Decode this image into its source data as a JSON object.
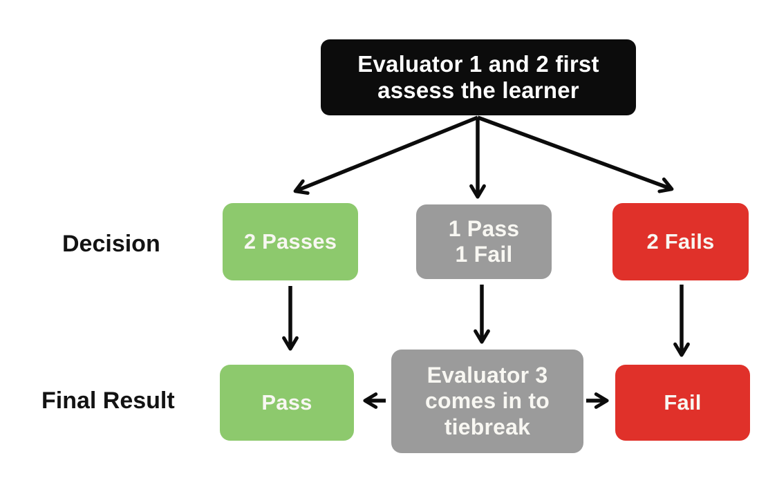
{
  "title": "Evaluator tiebreak assessment flowchart",
  "colors": {
    "background": "#ffffff",
    "black_node": "#0c0c0c",
    "green_node": "#8dc96d",
    "gray_node": "#9b9b9b",
    "red_node": "#e0312a",
    "node_text": "#f8f7f2",
    "label_text": "#131313",
    "arrow": "#0c0c0c"
  },
  "row_labels": {
    "decision": "Decision",
    "final_result": "Final Result"
  },
  "nodes": {
    "start": {
      "text": "Evaluator 1 and 2 first\nassess the learner",
      "color": "black"
    },
    "two_passes": {
      "text": "2 Passes",
      "color": "green"
    },
    "one_pass_one_fail": {
      "text": "1 Pass\n1 Fail",
      "color": "gray"
    },
    "two_fails": {
      "text": "2 Fails",
      "color": "red"
    },
    "pass": {
      "text": "Pass",
      "color": "green"
    },
    "evaluator_3": {
      "text": "Evaluator 3\ncomes in to\ntiebreak",
      "color": "gray"
    },
    "fail": {
      "text": "Fail",
      "color": "red"
    }
  },
  "edges": [
    {
      "from": "start",
      "to": "two_passes"
    },
    {
      "from": "start",
      "to": "one_pass_one_fail"
    },
    {
      "from": "start",
      "to": "two_fails"
    },
    {
      "from": "two_passes",
      "to": "pass"
    },
    {
      "from": "one_pass_one_fail",
      "to": "evaluator_3"
    },
    {
      "from": "two_fails",
      "to": "fail"
    },
    {
      "from": "evaluator_3",
      "to": "pass"
    },
    {
      "from": "evaluator_3",
      "to": "fail"
    }
  ]
}
